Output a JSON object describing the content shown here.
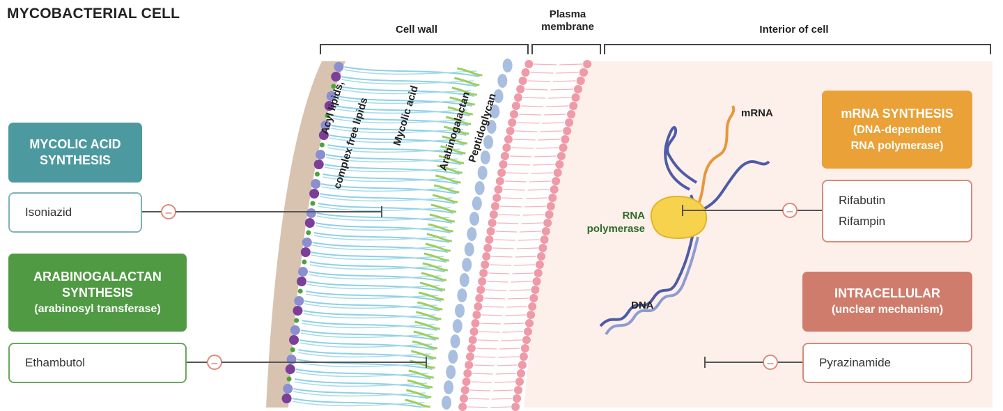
{
  "title": "MYCOBACTERIAL CELL",
  "sections": {
    "cell_wall": "Cell wall",
    "plasma_membrane_line1": "Plasma",
    "plasma_membrane_line2": "membrane",
    "interior": "Interior of cell"
  },
  "wall_layers": {
    "acyl_line1": "Acyl lipids,",
    "acyl_line2": "complex free lipids",
    "mycolic": "Mycolic acid",
    "arabinogalactan": "Arabinogalactan",
    "peptidoglycan": "Peptidoglycan"
  },
  "interior_labels": {
    "mrna": "mRNA",
    "rna_pol_line1": "RNA",
    "rna_pol_line2": "polymerase",
    "dna": "DNA"
  },
  "categories": {
    "mycolic_line1": "MYCOLIC  ACID",
    "mycolic_line2": "SYNTHESIS",
    "arabino_line1": "ARABINOGALACTAN",
    "arabino_line2": "SYNTHESIS",
    "arabino_sub": "(arabinosyl transferase)",
    "mrna_line1": "mRNA SYNTHESIS",
    "mrna_sub1": "(DNA-dependent",
    "mrna_sub2": "RNA polymerase)",
    "intra_line1": "INTRACELLULAR",
    "intra_sub": "(unclear mechanism)"
  },
  "drugs": {
    "isoniazid": "Isoniazid",
    "ethambutol": "Ethambutol",
    "rifabutin": "Rifabutin",
    "rifampin": "Rifampin",
    "pyrazinamide": "Pyrazinamide"
  },
  "inhibit_symbol": "–",
  "colors": {
    "teal": "#4c9a9f",
    "green": "#4f9a43",
    "orange": "#e9a138",
    "salmon": "#cf7c6c",
    "membrane_pink": "#ee9aa8",
    "interior_bg": "#fdf0ea",
    "outer_tan": "#d8c3b0"
  }
}
